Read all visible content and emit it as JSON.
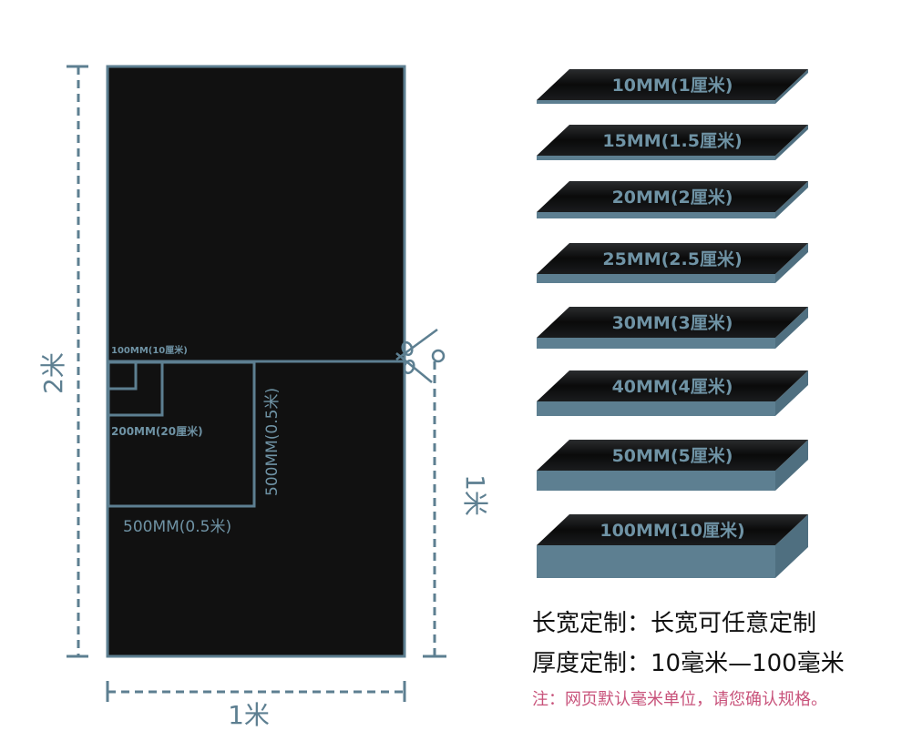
{
  "diagram": {
    "height_label": "2米",
    "width_label": "1米",
    "half_height_label": "1米",
    "inner_labels": {
      "sq100": "100MM(10厘米)",
      "sq200": "200MM(20厘米)",
      "sq500_bottom": "500MM(0.5米)",
      "sq500_side": "500MM(0.5米)"
    }
  },
  "thickness_slabs": [
    {
      "label": "10MM(1厘米)",
      "thickness_mm": 10
    },
    {
      "label": "15MM(1.5厘米)",
      "thickness_mm": 15
    },
    {
      "label": "20MM(2厘米)",
      "thickness_mm": 20
    },
    {
      "label": "25MM(2.5厘米)",
      "thickness_mm": 25
    },
    {
      "label": "30MM(3厘米)",
      "thickness_mm": 30
    },
    {
      "label": "40MM(4厘米)",
      "thickness_mm": 40
    },
    {
      "label": "50MM(5厘米)",
      "thickness_mm": 50
    },
    {
      "label": "100MM(10厘米)",
      "thickness_mm": 100
    }
  ],
  "specs": {
    "size_line": "长宽定制：长宽可任意定制",
    "thickness_line": "厚度定制：10毫米—100毫米",
    "note": "注：网页默认毫米单位，请您确认规格。"
  },
  "colors": {
    "board": "#111111",
    "accent": "#5d7f91",
    "note": "#c8527a"
  }
}
